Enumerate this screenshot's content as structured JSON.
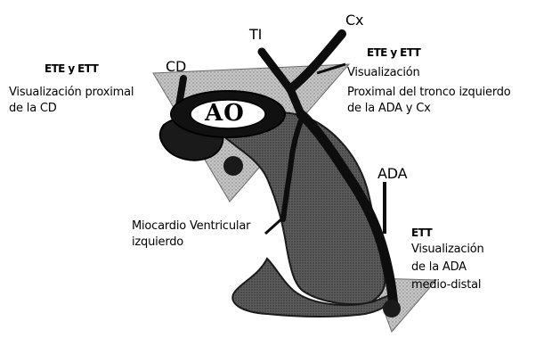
{
  "diagram": {
    "vessel_labels": {
      "ao": "AO",
      "cd": "CD",
      "ti": "TI",
      "cx": "Cx",
      "ada": "ADA"
    },
    "annotations": {
      "left": {
        "heading": "ETE y ETT",
        "line1": "Visualización proximal",
        "line2": "de la CD"
      },
      "right": {
        "heading": "ETE y ETT",
        "line1": "Visualización",
        "line2": "Proximal del tronco izquierdo",
        "line3": "de la ADA y Cx"
      },
      "bottom_right": {
        "heading": "ETT",
        "line1": "Visualización",
        "line2": "de la ADA",
        "line3": "medio-distal"
      },
      "myocardium": {
        "line1": "Miocardio Ventricular",
        "line2": "izquierdo"
      }
    },
    "colors": {
      "ink": "#000000",
      "vessel": "#0d0d0d",
      "heart_fill": "#5a5a5a",
      "plane_fill": "#b8b8b8"
    }
  }
}
